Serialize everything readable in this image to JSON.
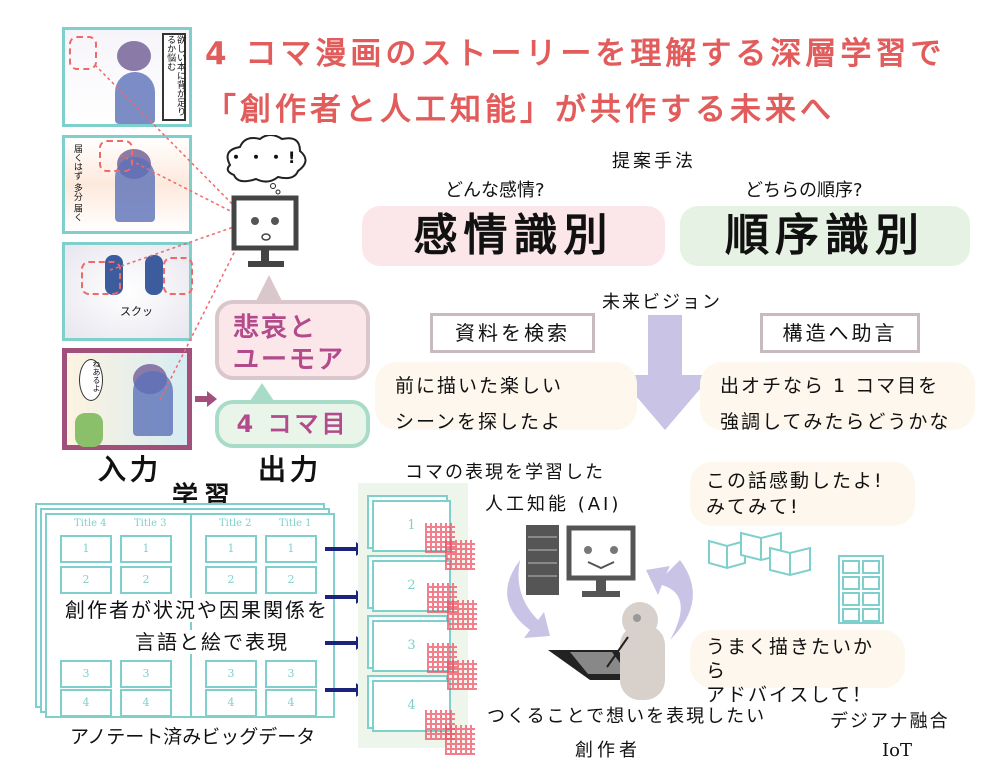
{
  "title": {
    "line1": "4 コマ漫画のストーリーを理解する深層学習で",
    "line2": "「創作者と人工知能」が共作する未来へ"
  },
  "comic": {
    "panel1_text": "欲しい本に背が足りるか悩む",
    "panel2_text": "届くはず 多分 届く",
    "panel3_text": "スクッ",
    "panel4_text": "ねあるよ"
  },
  "robot": {
    "thought": "・・・!"
  },
  "output": {
    "emotion": "悲哀と ユーモア",
    "order": "4 コマ目"
  },
  "labels": {
    "input": "入力",
    "output": "出力",
    "learning": "学習",
    "dataset": "アノテート済みビッグデータ",
    "overlay_line1": "創作者が状況や因果関係を",
    "overlay_line2": "言語と絵で表現"
  },
  "dataset": {
    "titles": [
      "Title 4",
      "Title 3",
      "Title 2",
      "Title 1"
    ],
    "rows": [
      "1",
      "2",
      "3",
      "4"
    ]
  },
  "method": {
    "heading": "提案手法",
    "emotion_q": "どんな感情?",
    "emotion": "感情識別",
    "order_q": "どちらの順序?",
    "order": "順序識別"
  },
  "vision": {
    "heading": "未来ビジョン",
    "search": "資料を検索",
    "search_msg_1": "前に描いた楽しい",
    "search_msg_2": "シーンを探したよ",
    "advice": "構造へ助言",
    "advice_msg_1": "出オチなら 1 コマ目を",
    "advice_msg_2": "強調してみたらどうかな"
  },
  "ai": {
    "label_1": "コマの表現を学習した",
    "label_2": "人工知能 (AI)",
    "speech_1": "この話感動したよ!",
    "speech_2": "みてみて!"
  },
  "creator": {
    "speech_1": "うまく描きたいから",
    "speech_2": "アドバイスして！",
    "label_1": "つくることで想いを表現したい",
    "label_2": "創作者"
  },
  "iot": {
    "label_1": "デジアナ融合",
    "label_2": "IoT"
  },
  "colors": {
    "title": "#e25c5c",
    "teal": "#7fd0cc",
    "pink_bg": "#fbe6ea",
    "green_bg": "#e6f2e3",
    "lavender": "#c9c3e6",
    "navy": "#1a237e",
    "purple": "#a0507a"
  }
}
